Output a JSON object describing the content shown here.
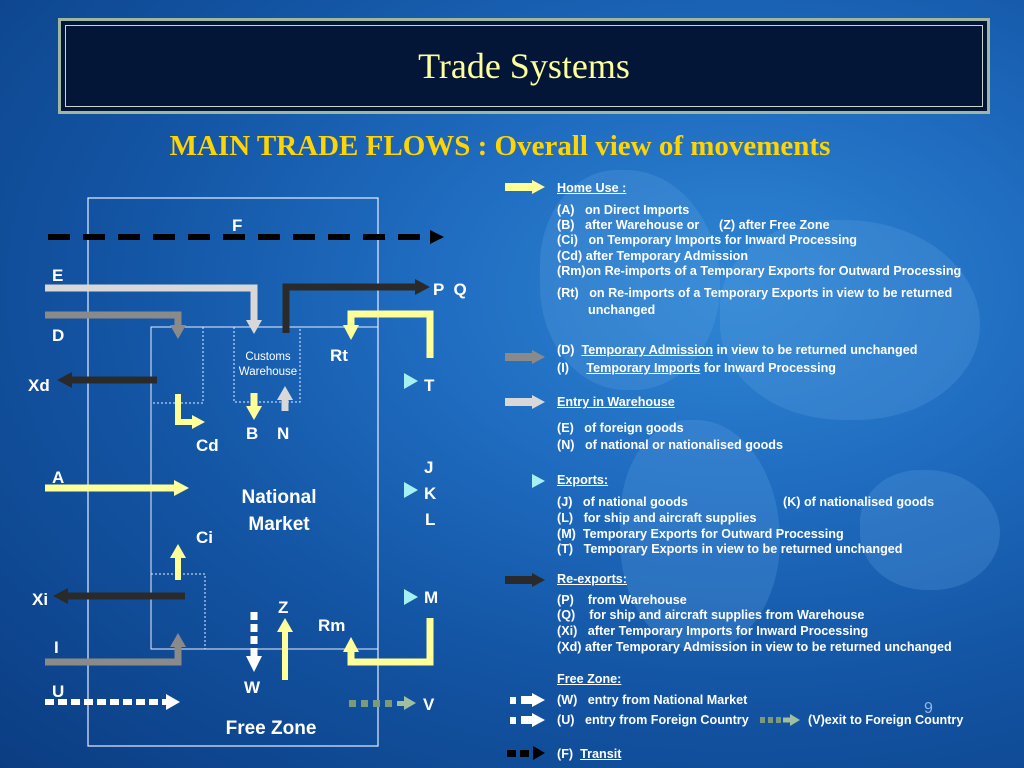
{
  "title": "Trade Systems",
  "subtitle": "MAIN TRADE FLOWS : Overall view of movements",
  "page_number": "9",
  "diagram": {
    "customs_warehouse": "Customs\nWarehouse",
    "national_market": "National\nMarket",
    "free_zone": "Free Zone",
    "labels": {
      "F": "F",
      "E": "E",
      "D": "D",
      "Xd": "Xd",
      "A": "A",
      "Xi": "Xi",
      "I": "I",
      "U": "U",
      "PQ": "P  Q",
      "Rt": "Rt",
      "T": "T",
      "B": "B",
      "N": "N",
      "Cd": "Cd",
      "J": "J",
      "K": "K",
      "L": "L",
      "Ci": "Ci",
      "M": "M",
      "Z": "Z",
      "Rm": "Rm",
      "W": "W",
      "V": "V"
    }
  },
  "legend": {
    "home_use": {
      "heading": "Home Use :",
      "rows": [
        {
          "code": "(A)",
          "text": "on Direct Imports"
        },
        {
          "code": "(B)",
          "text": "after Warehouse   or",
          "code2": "(Z)",
          "text2": "after Free Zone"
        },
        {
          "code": "(Ci)",
          "text": "on Temporary Imports for Inward Processing"
        },
        {
          "code": "(Cd)",
          "text": "after Temporary Admission"
        },
        {
          "code": "(Rm)",
          "text": "on Re-imports of a Temporary Exports for Outward Processing"
        },
        {
          "code": "(Rt)",
          "text": "on Re-imports of a Temporary Exports in view to be returned"
        },
        {
          "code": "",
          "text": "unchanged"
        }
      ]
    },
    "temporary": {
      "rows": [
        {
          "code": "(D)",
          "link": "Temporary Admission",
          "text": "in view to be returned unchanged"
        },
        {
          "code": "(I)",
          "link": "Temporary Imports",
          "text": "for Inward Processing"
        }
      ]
    },
    "warehouse": {
      "heading": "Entry in Warehouse",
      "rows": [
        {
          "code": "(E)",
          "text": "of foreign goods"
        },
        {
          "code": "(N)",
          "text": "of national or nationalised goods"
        }
      ]
    },
    "exports": {
      "heading": "Exports:",
      "rows": [
        {
          "code": "(J)",
          "text": "of national goods",
          "code2": "(K)",
          "text2": "of nationalised goods"
        },
        {
          "code": "(L)",
          "text": "for ship and aircraft supplies"
        },
        {
          "code": "(M)",
          "text": "Temporary Exports for Outward Processing"
        },
        {
          "code": "(T)",
          "text": "Temporary Exports in view to be returned unchanged"
        }
      ]
    },
    "reexports": {
      "heading": "Re-exports:",
      "rows": [
        {
          "code": "(P)",
          "text": "from Warehouse"
        },
        {
          "code": "(Q)",
          "text": "for ship and aircraft supplies from Warehouse"
        },
        {
          "code": "(Xi)",
          "text": "after Temporary Imports for Inward Processing"
        },
        {
          "code": "(Xd)",
          "text": "after Temporary Admission in view to be returned unchanged"
        }
      ]
    },
    "free_zone": {
      "heading": "Free Zone:",
      "rows": [
        {
          "code": "(W)",
          "text": "entry from National Market"
        },
        {
          "code": "(U)",
          "text": "entry from Foreign Country",
          "code2": "(V)",
          "text2": "exit to Foreign Country"
        }
      ]
    },
    "transit": {
      "code": "(F)",
      "link": "Transit"
    }
  },
  "colors": {
    "yellow": "#ffff99",
    "title_yellow": "#ffd400",
    "grey": "#8a8a8a",
    "light_grey": "#d8d8d8",
    "dark": "#2a2a2a",
    "cyan": "#69d6d6",
    "black": "#000000"
  }
}
